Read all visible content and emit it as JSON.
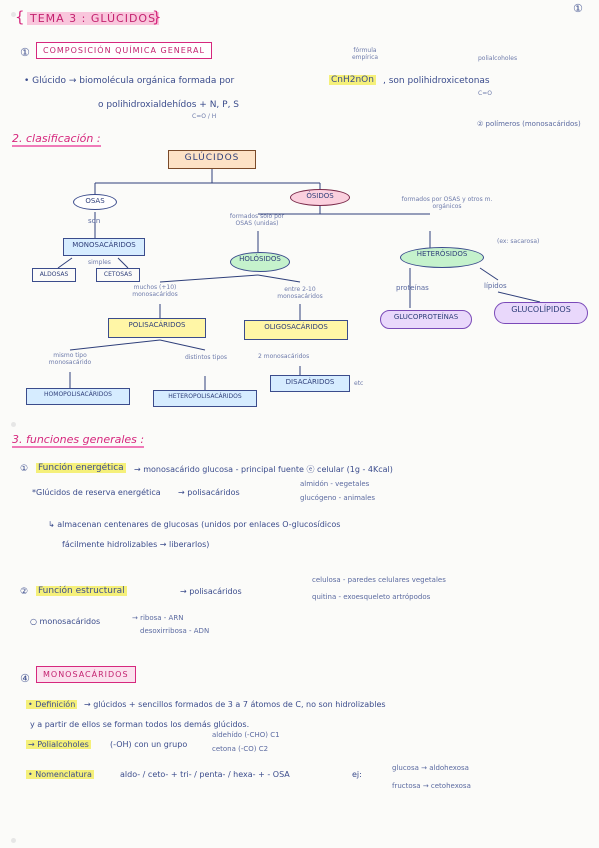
{
  "page_number": "①",
  "title": "TEMA 3 : GLÚCIDOS",
  "section1": {
    "number": "①",
    "heading": "COMPOSICIÓN QUÍMICA GENERAL",
    "formula_note": "fórmula empírica",
    "polialcohols_note": "polialcoholes",
    "line1_prefix": "• Glúcido → biomolécula orgánica formada por",
    "formula": "CnH2nOn",
    "line1_suffix": ", son polihidroxicetonas",
    "co_note": "C=O",
    "line2": "o polihidroxialdehídos + N, P, S",
    "cho_note": "C=O / H",
    "polymers_note": "② polímeros (monosacáridos)"
  },
  "section2": {
    "heading": "2. clasificación :",
    "root": "GLÚCIDOS",
    "osas": "OSAS",
    "osidos": "ÓSIDOS",
    "son": "son",
    "monosacaridos": "MONOSACÁRIDOS",
    "simples": "simples",
    "aldosas": "ALDOSAS",
    "cetosas": "CETOSAS",
    "holo_note": "formados solo por OSAS (unidas)",
    "hetero_note": "formados por OSAS y otros m. orgánicos",
    "holosidos": "HOLÓSIDOS",
    "heterosidos": "HETERÓSIDOS",
    "ex_note": "(ex: sacarosa)",
    "proteinas": "proteínas",
    "lipidos": "lípidos",
    "glucoproteinas": "GLUCOPROTEÍNAS",
    "glucolipidos": "GLUCOLÍPIDOS",
    "muchos_note": "muchos (+10) monosacáridos",
    "entre_note": "entre 2-10 monosacáridos",
    "polisacaridos": "POLISACÁRIDOS",
    "oligosacaridos": "OLIGOSACÁRIDOS",
    "mismo_note": "mismo tipo monosacárido",
    "distintos_note": "distintos tipos",
    "dos_note": "2 monosacáridos",
    "homopolisacaridos": "HOMOPOLISACÁRIDOS",
    "heteropolisacaridos": "HETEROPOLISACÁRIDOS",
    "disacaridos": "DISACÁRIDOS",
    "etc": "etc"
  },
  "section3": {
    "heading": "3. funciones generales :",
    "f1_num": "①",
    "f1_label": "Función energética",
    "f1_text": "→ monosacárido glucosa - principal fuente ⓔ celular (1g - 4Kcal)",
    "reserva_label": "*Glúcidos de reserva energética",
    "reserva_arrow": "→ polisacáridos",
    "almidon": "almidón - vegetales",
    "glucogeno": "glucógeno - animales",
    "almacenan": "↳ almacenan centenares de glucosas (unidos por enlaces O-glucosídicos",
    "hidrolizables": "fácilmente hidrolizables → liberarlos)",
    "f2_num": "②",
    "f2_label": "Función estructural",
    "f2_arrow": "→ polisacáridos",
    "celulosa": "celulosa - paredes celulares vegetales",
    "quitina": "quitina - exoesqueleto artrópodos",
    "mono_label": "○ monosacáridos",
    "ribosa": "→ ribosa - ARN",
    "desoxirribosa": "desoxirribosa - ADN"
  },
  "section4": {
    "num": "④",
    "heading": "MONOSACÁRIDOS",
    "def_label": "• Definición",
    "def_text": "→ glúcidos + sencillos formados de 3 a 7 átomos de C, no son hidrolizables",
    "def_text2": "y a partir de ellos se forman todos los demás glúcidos.",
    "poli_label": "→ Polialcoholes",
    "poli_text": "(-OH) con un grupo",
    "aldehido": "aldehído (-CHO) C1",
    "cetona": "cetona (-CO) C2",
    "nom_label": "• Nomenclatura",
    "nom_parts": "aldo- / ceto-   +   tri- / penta- / hexa-   +   - OSA",
    "ej": "ej:",
    "glucosa": "glucosa → aldohexosa",
    "fructosa": "fructosa → cetohexosa"
  },
  "colors": {
    "ink": "#2f3f7a",
    "pink": "#d6287e",
    "yellow": "#f5f07a",
    "green": "#b8f0c8",
    "orange": "#fde2c6"
  }
}
